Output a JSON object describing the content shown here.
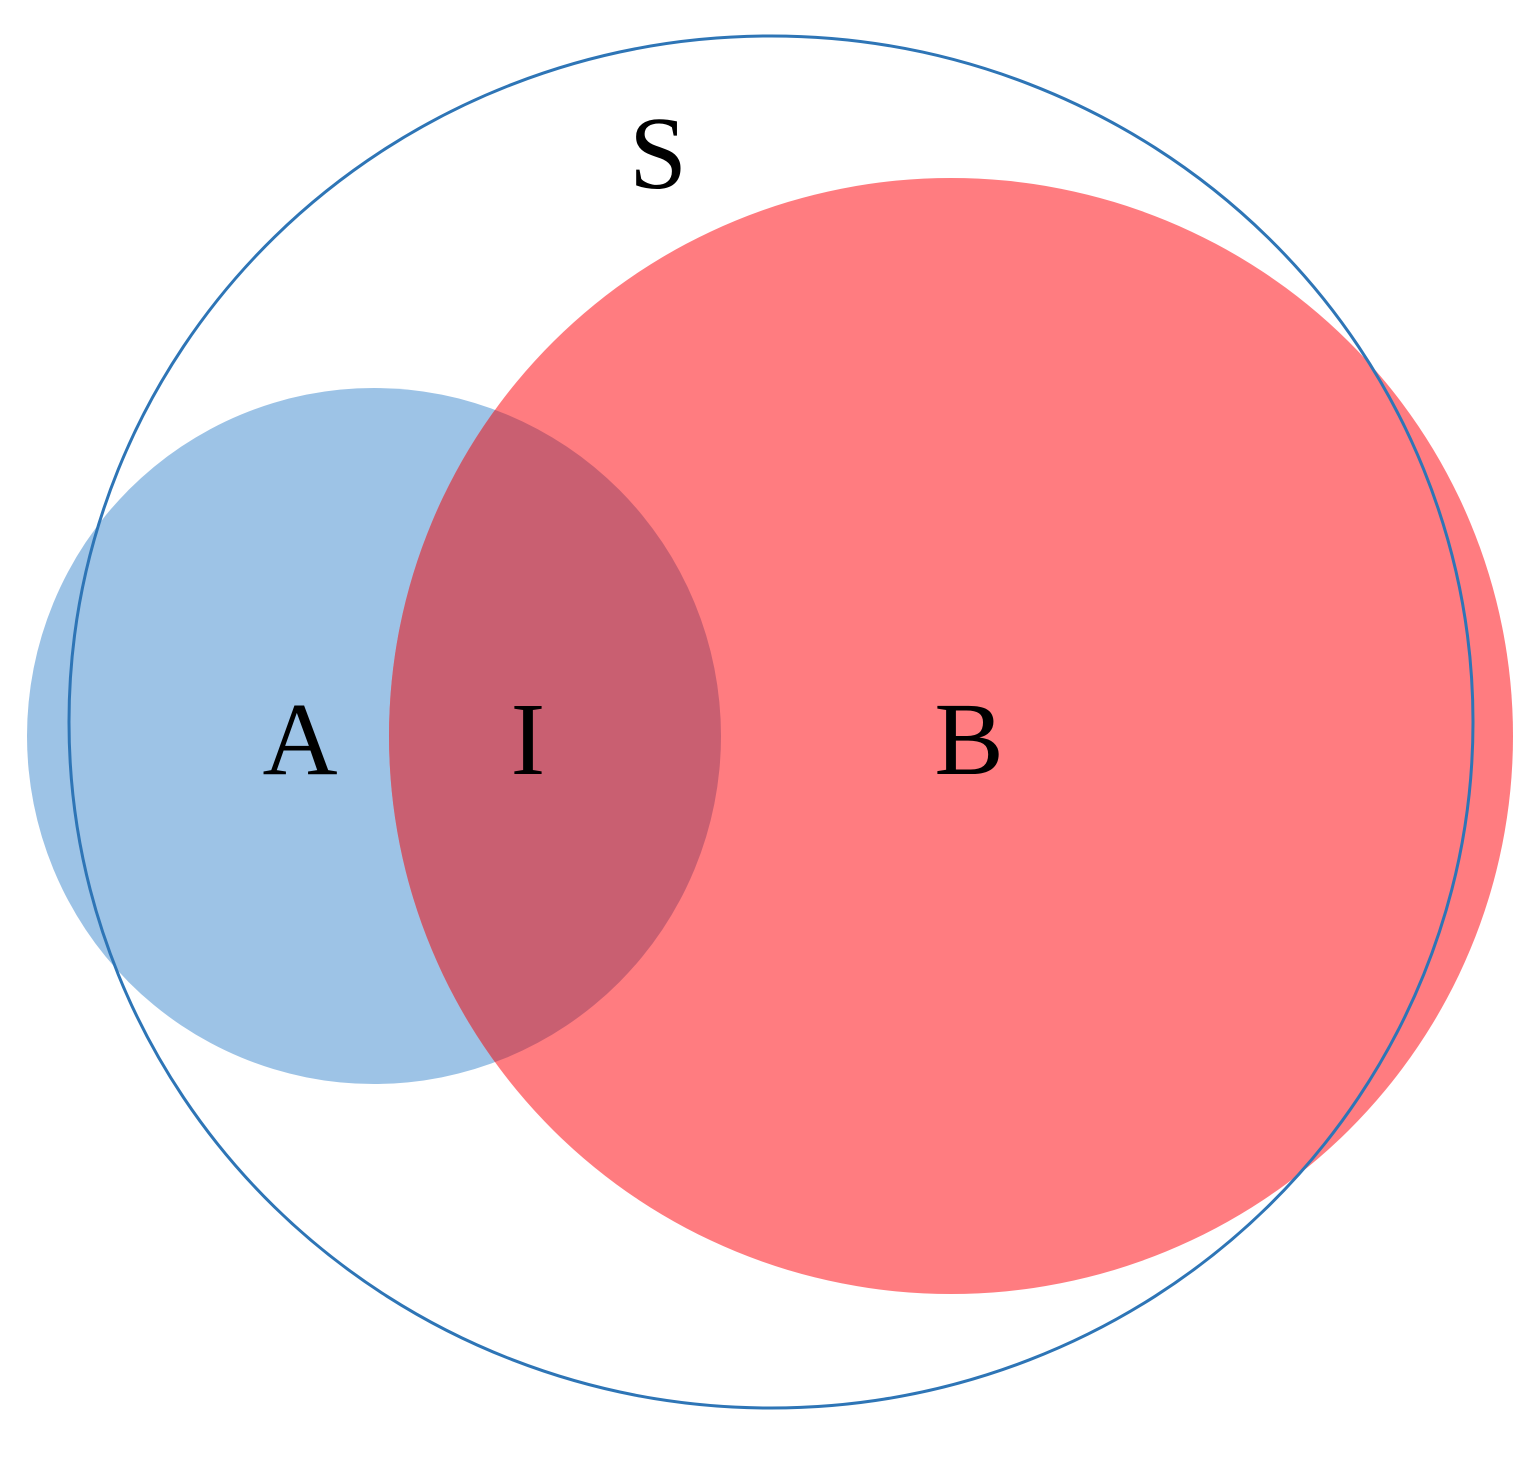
{
  "diagram": {
    "universe": {
      "label": "S",
      "stroke_color": "#2e75b6"
    },
    "set_a": {
      "label": "A",
      "fill_color": "#9dc3e6"
    },
    "set_b": {
      "label": "B",
      "fill_color": "#ff7c80"
    },
    "intersection": {
      "label": "I",
      "fill_color": "#c95f71"
    }
  }
}
